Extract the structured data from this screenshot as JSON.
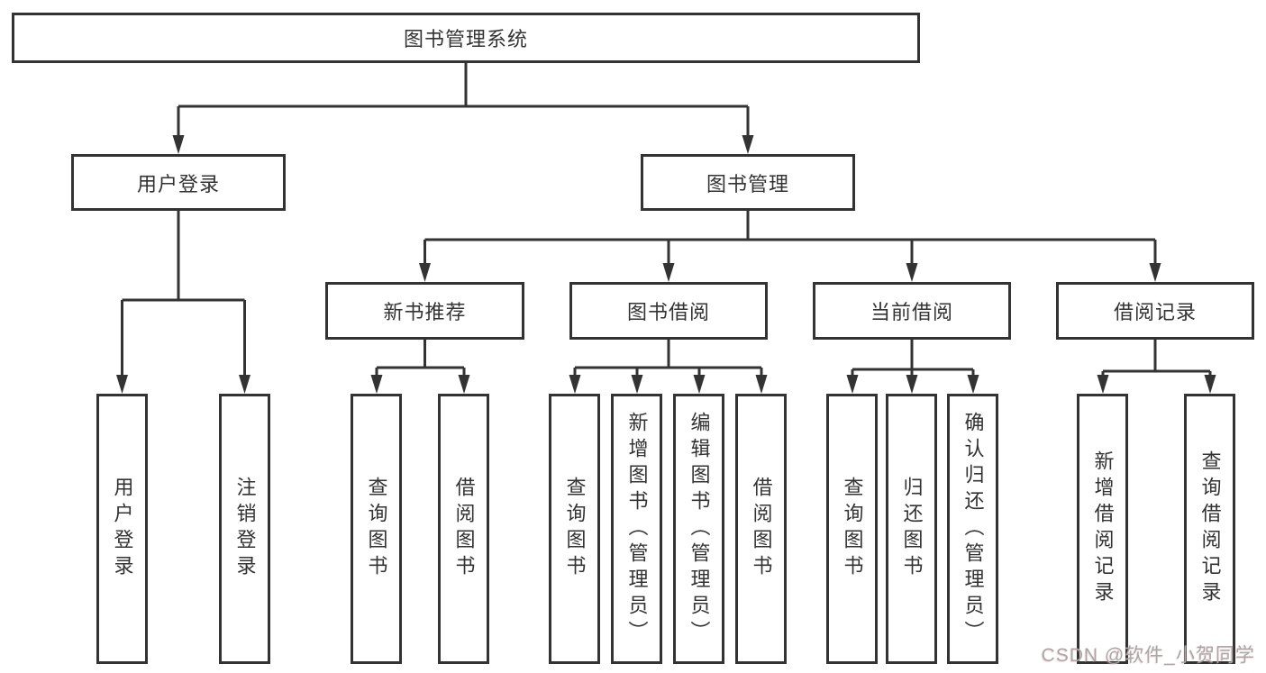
{
  "tree": {
    "label": "图书管理系统",
    "children": [
      {
        "label": "用户登录",
        "children": [
          {
            "label": "用户登录"
          },
          {
            "label": "注销登录"
          }
        ]
      },
      {
        "label": "图书管理",
        "children": [
          {
            "label": "新书推荐",
            "children": [
              {
                "label": "查询图书"
              },
              {
                "label": "借阅图书"
              }
            ]
          },
          {
            "label": "图书借阅",
            "children": [
              {
                "label": "查询图书"
              },
              {
                "label": "新增图书（管理员）"
              },
              {
                "label": "编辑图书（管理员）"
              },
              {
                "label": "借阅图书"
              }
            ]
          },
          {
            "label": "当前借阅",
            "children": [
              {
                "label": "查询图书"
              },
              {
                "label": "归还图书"
              },
              {
                "label": "确认归还（管理员）"
              }
            ]
          },
          {
            "label": "借阅记录",
            "children": [
              {
                "label": "新增借阅记录"
              },
              {
                "label": "查询借阅记录"
              }
            ]
          }
        ]
      }
    ]
  },
  "watermark": {
    "text": "CSDN @软件_小贺同学"
  },
  "colors": {
    "line": "#333333",
    "text": "#333333",
    "box_background": "#ffffff",
    "watermark": "#a9a8a7"
  }
}
